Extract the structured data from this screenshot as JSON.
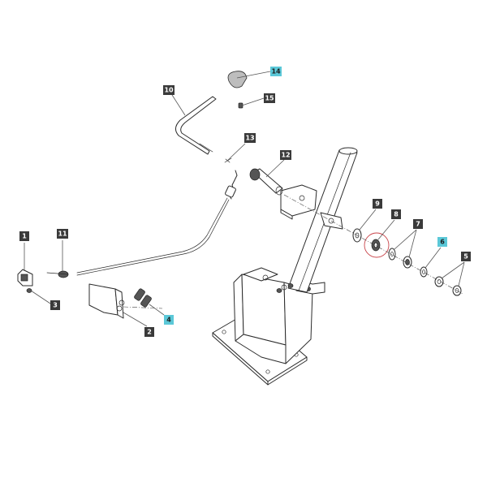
{
  "labels": [
    {
      "id": "1",
      "text": "1",
      "highlight": false
    },
    {
      "id": "2",
      "text": "2",
      "highlight": false
    },
    {
      "id": "3",
      "text": "3",
      "highlight": false
    },
    {
      "id": "4",
      "text": "4",
      "highlight": true
    },
    {
      "id": "5",
      "text": "5",
      "highlight": false
    },
    {
      "id": "6",
      "text": "6",
      "highlight": true
    },
    {
      "id": "7",
      "text": "7",
      "highlight": false
    },
    {
      "id": "8",
      "text": "8",
      "highlight": false
    },
    {
      "id": "9",
      "text": "9",
      "highlight": false
    },
    {
      "id": "10",
      "text": "10",
      "highlight": false
    },
    {
      "id": "11",
      "text": "11",
      "highlight": false
    },
    {
      "id": "12",
      "text": "12",
      "highlight": false
    },
    {
      "id": "13",
      "text": "13",
      "highlight": false
    },
    {
      "id": "14",
      "text": "14",
      "highlight": true
    },
    {
      "id": "15",
      "text": "15",
      "highlight": false
    }
  ],
  "colors": {
    "label_default": "#3a3a3a",
    "label_highlight": "#5bc8d8",
    "highlight_circle": "#c9444a"
  }
}
